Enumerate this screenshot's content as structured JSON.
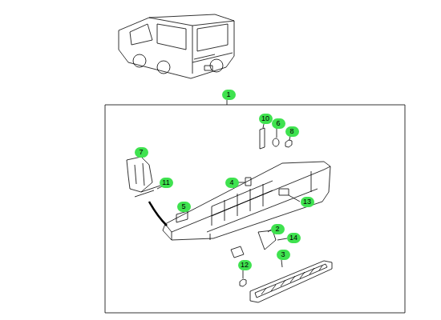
{
  "diagram": {
    "labels": [
      "1",
      "10",
      "6",
      "8",
      "7",
      "11",
      "4",
      "5",
      "13",
      "2",
      "14",
      "3",
      "12"
    ]
  }
}
